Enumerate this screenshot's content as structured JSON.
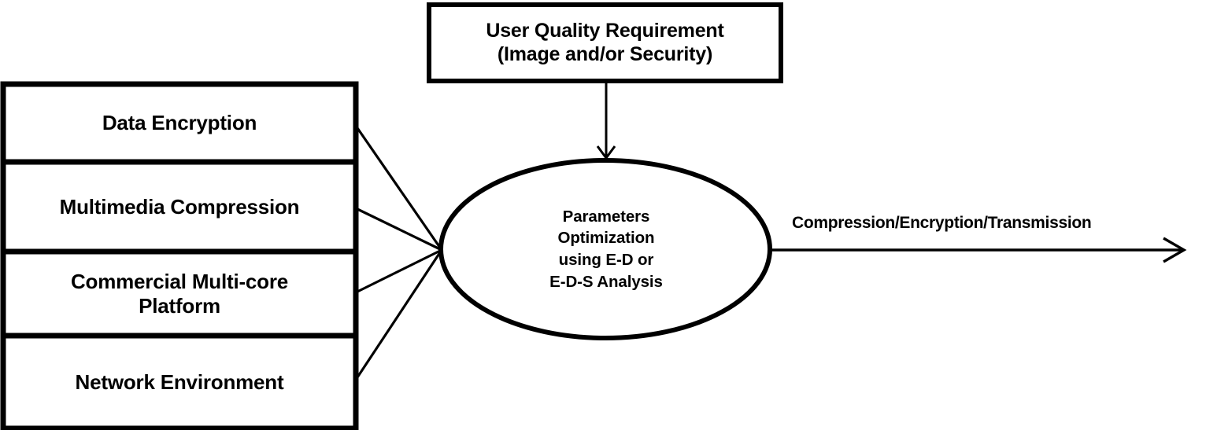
{
  "diagram": {
    "title": "Parameter optimization system block diagram",
    "stroke_color": "#000000",
    "fill_color": "#ffffff",
    "background": "#ffffff"
  },
  "requirement_box": {
    "label": "User Quality Requirement\n(Image and/or Security)",
    "line1": "User Quality Requirement",
    "line2": "(Image and/or Security)"
  },
  "inputs": {
    "items": [
      {
        "label": "Data Encryption"
      },
      {
        "label": "Multimedia Compression"
      },
      {
        "label": "Commercial Multi-core\nPlatform"
      },
      {
        "label": "Network Environment"
      }
    ]
  },
  "process": {
    "label": "Parameters\nOptimization\nusing E-D or\nE-D-S  Analysis",
    "line1": "Parameters",
    "line2": "Optimization",
    "line3": "using E-D or",
    "line4": "E-D-S  Analysis"
  },
  "output": {
    "label": "Compression/Encryption/Transmission"
  },
  "connectors": {
    "requirement_to_process": "vertical-arrow-down",
    "inputs_to_process": "converging-lines",
    "process_to_output": "horizontal-arrow-right"
  }
}
